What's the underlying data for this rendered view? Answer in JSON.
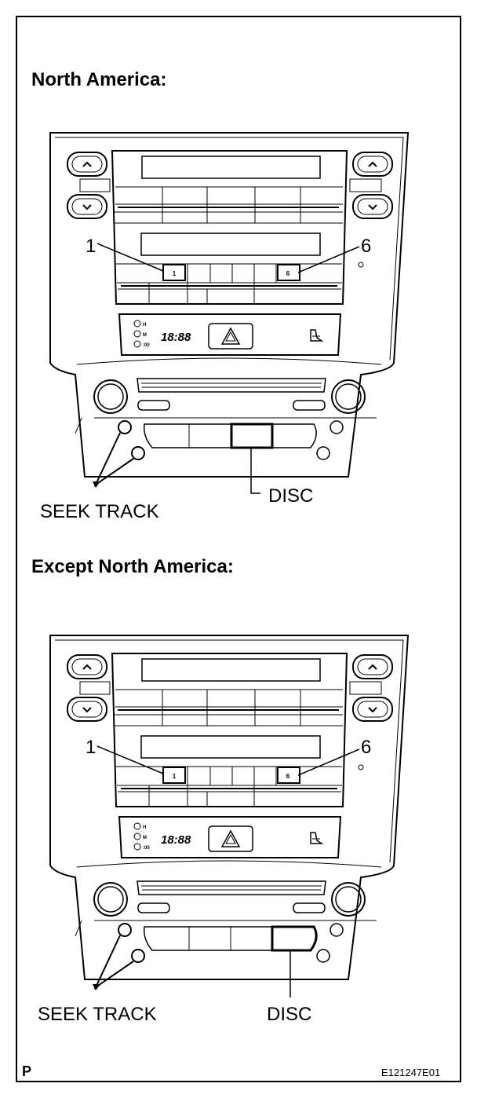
{
  "sections": [
    {
      "heading": "North America:",
      "labels": {
        "preset_left": "1",
        "preset_right": "6",
        "seek": "SEEK TRACK",
        "disc": "DISC"
      },
      "buttons": {
        "preset1": "1",
        "preset6": "6"
      },
      "clock": "18:88",
      "indicators": [
        "H",
        "M",
        ":00"
      ]
    },
    {
      "heading": "Except North America:",
      "labels": {
        "preset_left": "1",
        "preset_right": "6",
        "seek": "SEEK TRACK",
        "disc": "DISC"
      },
      "buttons": {
        "preset1": "1",
        "preset6": "6"
      },
      "clock": "18:88",
      "indicators": [
        "H",
        "M",
        ":00"
      ]
    }
  ],
  "footer": {
    "left": "P",
    "right": "E121247E01"
  }
}
